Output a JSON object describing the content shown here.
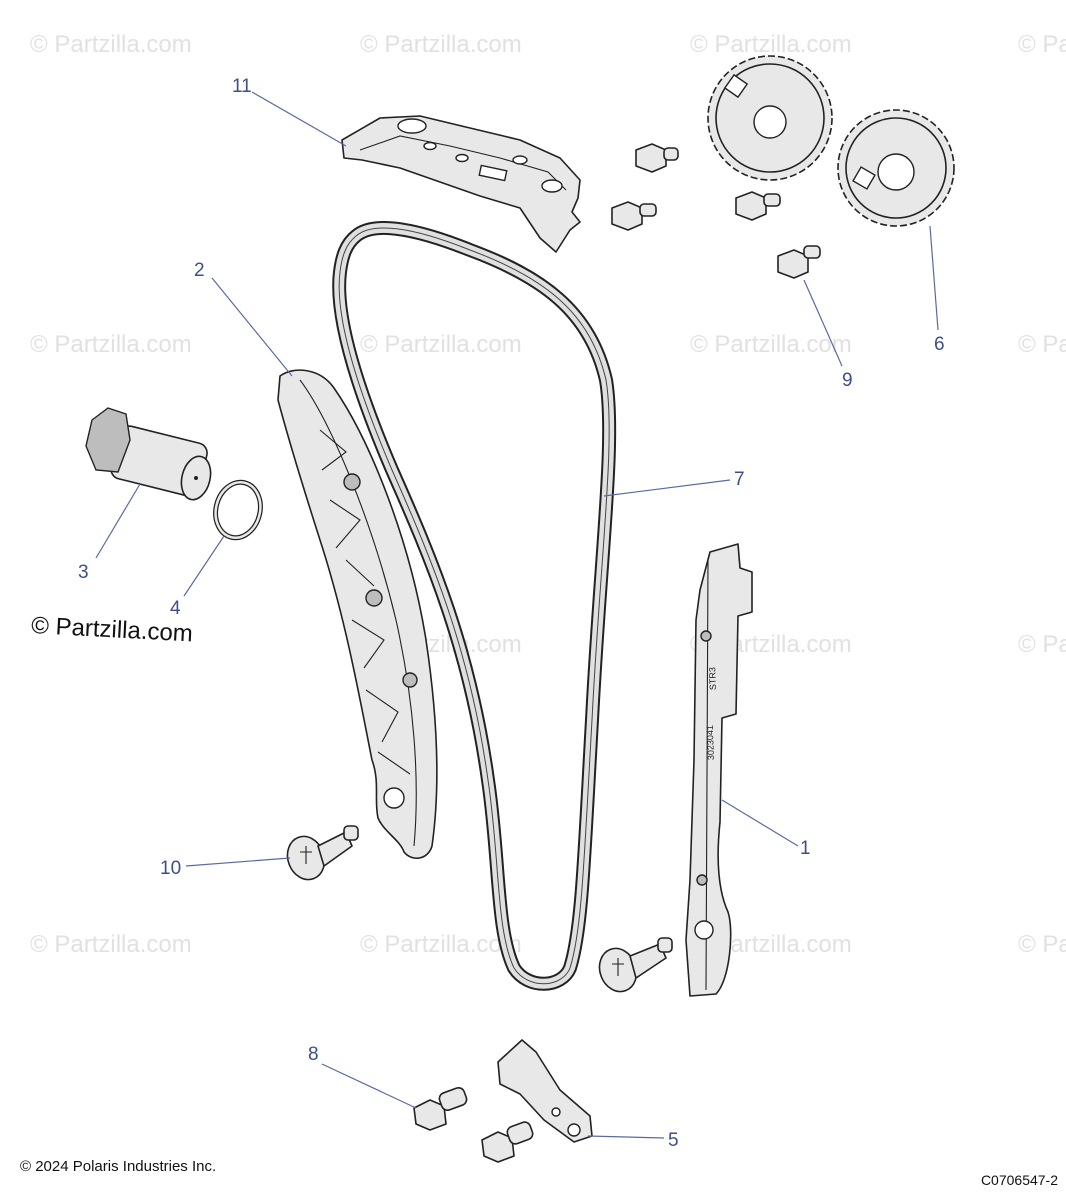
{
  "watermark": "© Partzilla.com",
  "brand_text": "© Partzilla.com",
  "copyright": "© 2024 Polaris Industries Inc.",
  "drawing_id": "C0706547-2",
  "callouts": {
    "c1": "1",
    "c2": "2",
    "c3": "3",
    "c4": "4",
    "c5": "5",
    "c6": "6",
    "c7": "7",
    "c8": "8",
    "c9": "9",
    "c10": "10",
    "c11": "11"
  },
  "part_markings": {
    "blade_code": "3023041",
    "blade_code2": "STR3"
  }
}
